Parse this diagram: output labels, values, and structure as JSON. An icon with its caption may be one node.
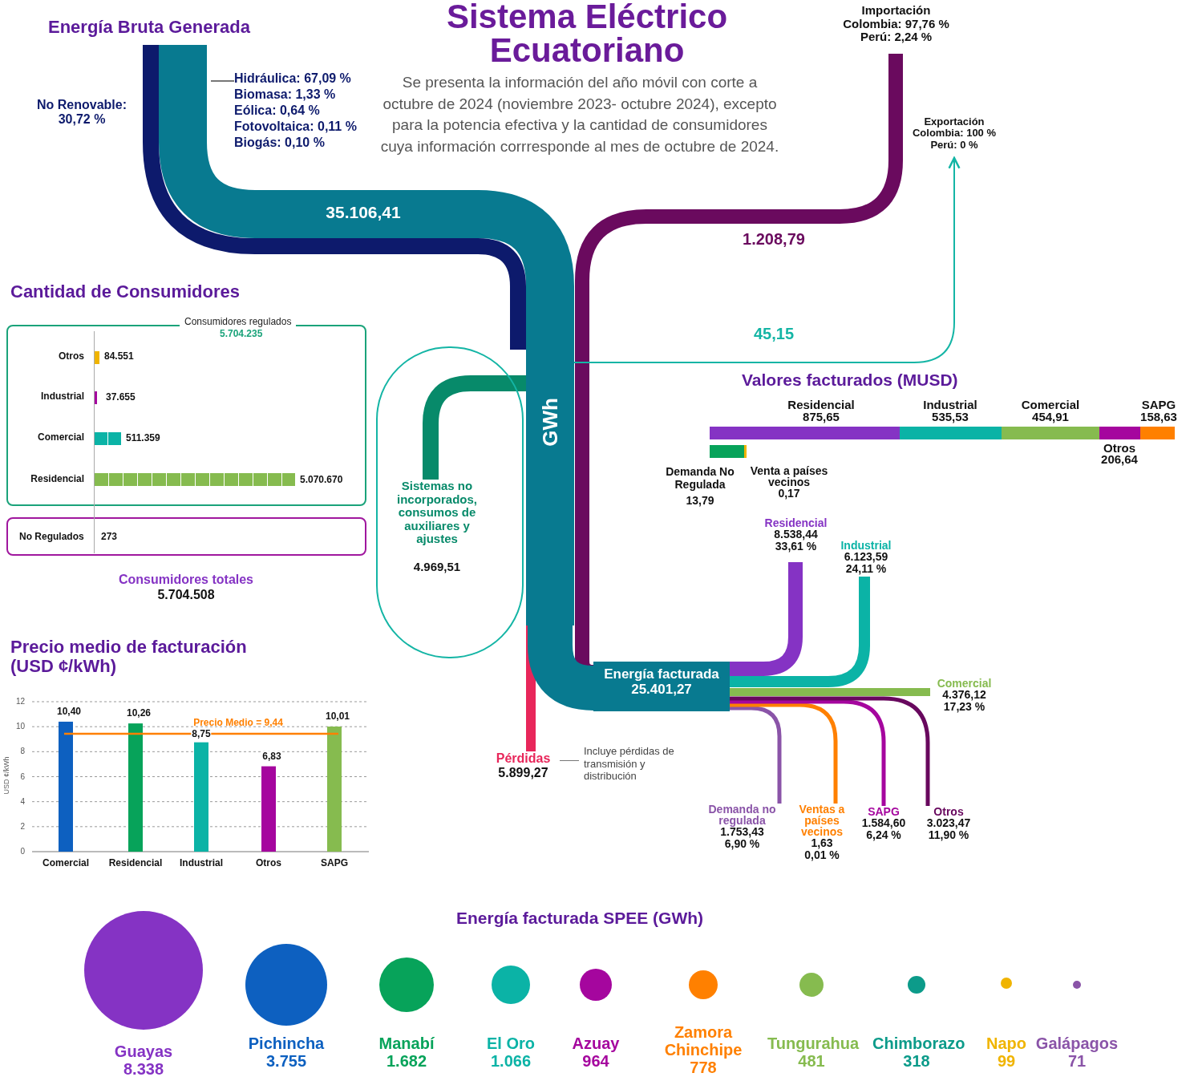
{
  "diagram": {
    "title": "Sistema Eléctrico Ecuatoriano",
    "nodes": [
      {
        "text": [
          "Energía Bruta Generada"
        ]
      },
      {
        "text": [
          "Hidráulica: 67,09 %",
          "Biomasa: 1,33 %",
          "Eólica: 0,64 %",
          "Fotovoltaica: 0,11 %",
          "Biogás: 0,10 %"
        ]
      },
      {
        "text": [
          "Importación",
          "Colombia: 97,76 %",
          "Perú: 2,24 %"
        ]
      },
      {
        "text": [
          "Exportación",
          "Colombia: 100 %",
          "Perú: 0 %"
        ]
      },
      {
        "text": [
          "GWh"
        ]
      },
      {
        "text": [
          "Sistemas no incorporados, consumos de auxiliares y ajustes",
          "4.969,51"
        ]
      },
      {
        "text": [
          "Energía facturada",
          "25.401,27"
        ]
      },
      {
        "text": [
          "Pérdidas",
          "5.899,27"
        ],
        "beside": [
          "Incluye pérdidas de transmisión y distribución"
        ]
      },
      {
        "text": [
          "Residencial",
          "8.538,44",
          "33,61 %"
        ]
      },
      {
        "text": [
          "Industrial",
          "6.123,59",
          "24,11 %"
        ]
      },
      {
        "text": [
          "Comercial",
          "4.376,12",
          "17,23 %"
        ]
      },
      {
        "text": [
          "Demanda no regulada",
          "1.753,43",
          "6,90 %"
        ]
      },
      {
        "text": [
          "Ventas a países vecinos",
          "1,63",
          "0,01 %"
        ]
      },
      {
        "text": [
          "SAPG",
          "1.584,60",
          "6,24 %"
        ]
      },
      {
        "text": [
          "Otros",
          "3.023,47",
          "11,90 %"
        ]
      },
      {
        "text": [
          "Consumidores regulados",
          "5.704.235"
        ]
      },
      {
        "text": [
          "No Regulados",
          "273"
        ]
      }
    ],
    "edges": [
      {
        "from": 0,
        "to": 4,
        "arrow": "none",
        "label": "35.106,41",
        "style": "thick",
        "color": "#087a90"
      },
      {
        "from": 1,
        "to": null,
        "arrow": "none",
        "color": "#777777"
      },
      {
        "from": 2,
        "to": 6,
        "arrow": "none",
        "label": "1.208,79",
        "style": "thick",
        "color": "#6a0a5e"
      },
      {
        "from": 4,
        "to": 3,
        "arrow": "to",
        "label": "45,15",
        "color": "#14b5a5"
      },
      {
        "from": 4,
        "to": 5,
        "arrow": "none",
        "style": "thick",
        "color": "#078a6a"
      },
      {
        "from": 4,
        "to": 7,
        "arrow": "none",
        "color": "#e8265a"
      },
      {
        "from": 4,
        "to": 6,
        "arrow": "none",
        "style": "thick",
        "color": "#087a90"
      },
      {
        "from": 6,
        "to": 8,
        "arrow": "none",
        "style": "thick",
        "color": "#8533c4"
      },
      {
        "from": 6,
        "to": 9,
        "arrow": "none",
        "color": "#0bb3a6"
      },
      {
        "from": 6,
        "to": 10,
        "arrow": "none",
        "color": "#86bb4f"
      },
      {
        "from": 6,
        "to": 11,
        "arrow": "none",
        "color": "#8a54a8"
      },
      {
        "from": 6,
        "to": 12,
        "arrow": "none",
        "color": "#ff8000"
      },
      {
        "from": 6,
        "to": 13,
        "arrow": "none",
        "color": "#a5069e"
      },
      {
        "from": 6,
        "to": 14,
        "arrow": "none",
        "color": "#68085e"
      }
    ],
    "labels": [
      "Cantidad de Consumidores",
      "Otros",
      "84.551",
      "Industrial",
      "37.655",
      "Comercial",
      "511.359",
      "Residencial",
      "5.070.670",
      "Consumidores totales",
      "5.704.508",
      "Valores facturados (MUSD)",
      "Residencial",
      "875,65",
      "Industrial",
      "535,53",
      "Comercial",
      "454,91",
      "SAPG",
      "158,63",
      "Demanda No Regulada",
      "13,79",
      "Venta a países vecinos",
      "0,17",
      "Otros",
      "206,64",
      "Energía facturada SPEE (GWh)",
      "Guayas",
      "8.338",
      "Pichincha",
      "3.755",
      "Manabí",
      "1.682",
      "El Oro",
      "1.066",
      "Azuay",
      "964",
      "Zamora Chinchipe",
      "778",
      "Tungurahua",
      "481",
      "Chimborazo",
      "318",
      "Napo",
      "99",
      "Galápagos",
      "71",
      "Se presenta la información del año móvil con corte a octubre de 2024 (noviembre 2023- octubre 2024), excepto para la potencia efectiva y la cantidad de consumidores cuya información corrresponde al mes de octubre de 2024.",
      "No Renovable: 30,72 %"
    ],
    "chart_data": {
      "type": "bar",
      "title": "Precio medio de facturación (USD ¢/kWh)",
      "ylabel": "USD ¢/kWh",
      "categories": [
        "Comercial",
        "Residencial",
        "Industrial",
        "Otros",
        "SAPG"
      ],
      "series": [
        {
          "values": [
            10.4,
            10.26,
            8.75,
            6.83,
            10.01
          ]
        }
      ],
      "value_labels": [
        "10,40",
        "10,26",
        "8,75",
        "6,83",
        "10,01"
      ],
      "ylim": [
        0,
        12
      ],
      "yticks": [
        0,
        2,
        4,
        6,
        8,
        10,
        12
      ],
      "grid": true,
      "ref_lines": [
        {
          "axis": "y",
          "value": 9.44,
          "label": "Precio Medio = 9,44",
          "color": "#ff8000"
        }
      ]
    }
  }
}
